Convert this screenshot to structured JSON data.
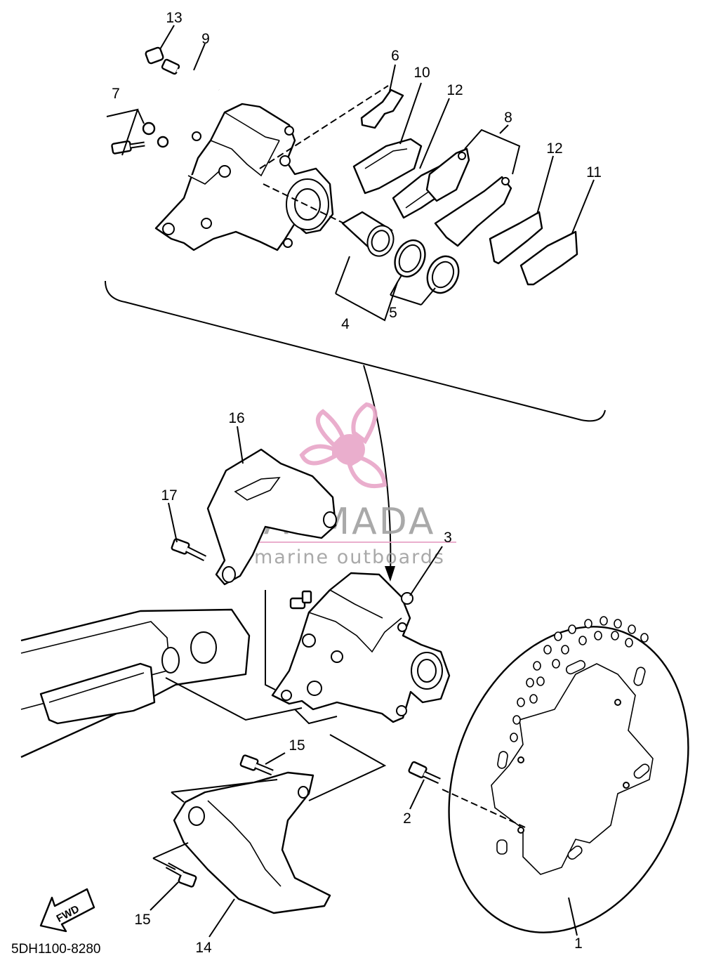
{
  "diagram": {
    "part_code": "5DH1100-8280",
    "direction_label": "FWD",
    "callouts": [
      {
        "id": "1",
        "text": "1"
      },
      {
        "id": "2",
        "text": "2"
      },
      {
        "id": "3",
        "text": "3"
      },
      {
        "id": "4",
        "text": "4"
      },
      {
        "id": "5",
        "text": "5"
      },
      {
        "id": "6",
        "text": "6"
      },
      {
        "id": "7",
        "text": "7"
      },
      {
        "id": "8",
        "text": "8"
      },
      {
        "id": "9",
        "text": "9"
      },
      {
        "id": "10",
        "text": "10"
      },
      {
        "id": "11",
        "text": "11"
      },
      {
        "id": "12a",
        "text": "12"
      },
      {
        "id": "12b",
        "text": "12"
      },
      {
        "id": "13",
        "text": "13"
      },
      {
        "id": "14",
        "text": "14"
      },
      {
        "id": "15a",
        "text": "15"
      },
      {
        "id": "15b",
        "text": "15"
      },
      {
        "id": "16",
        "text": "16"
      },
      {
        "id": "17",
        "text": "17"
      }
    ]
  },
  "watermark": {
    "brand": "ARMADA",
    "tagline": "marine outboards",
    "color": "#e8a6c8"
  }
}
